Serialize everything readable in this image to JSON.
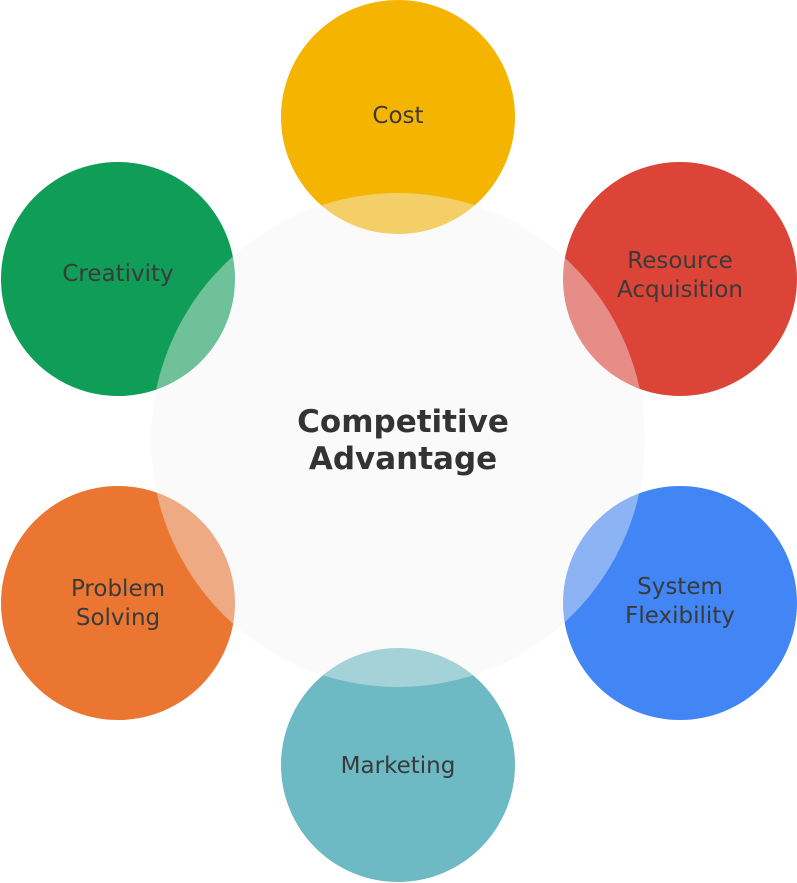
{
  "center": {
    "line1": "Competitive",
    "line2": "Advantage",
    "color": "#F4F4F4"
  },
  "nodes": [
    {
      "id": "cost",
      "lines": [
        "Cost"
      ],
      "color": "#F4B400"
    },
    {
      "id": "resource-acquisition",
      "lines": [
        "Resource",
        "Acquisition"
      ],
      "color": "#DB4437"
    },
    {
      "id": "system-flexibility",
      "lines": [
        "System",
        "Flexibility"
      ],
      "color": "#4285F4"
    },
    {
      "id": "marketing",
      "lines": [
        "Marketing"
      ],
      "color": "#6DB9C4"
    },
    {
      "id": "problem-solving",
      "lines": [
        "Problem",
        "Solving"
      ],
      "color": "#EB7632"
    },
    {
      "id": "creativity",
      "lines": [
        "Creativity"
      ],
      "color": "#0F9D58"
    }
  ]
}
